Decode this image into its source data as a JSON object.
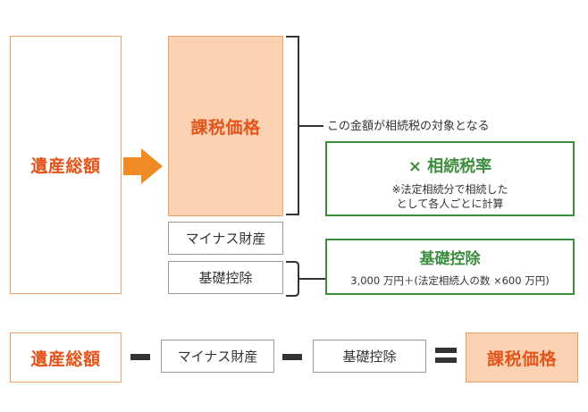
{
  "diagram": {
    "estate_total": "遺産総額",
    "taxable_value": "課税価格",
    "minus_assets": "マイナス財産",
    "basic_deduction": "基礎控除",
    "taxable_caption": "この金額が相続税の対象となる",
    "tax_rate_label": "× 相続税率",
    "tax_rate_note_line1": "※法定相続分で相続した",
    "tax_rate_note_line2": "として各人ごとに計算",
    "deduction_title": "基礎控除",
    "deduction_formula": "3,000 万円＋(法定相続人の数 ×600 万円)"
  },
  "formula": {
    "estate_total": "遺産総額",
    "minus_assets": "マイナス財産",
    "basic_deduction": "基礎控除",
    "taxable_value": "課税価格",
    "minus_symbol": "−",
    "equals_symbol": "="
  },
  "colors": {
    "orange_text": "#e4541b",
    "orange_border": "#e8a26a",
    "orange_fill": "#fbd3b3",
    "arrow": "#f08a24",
    "green": "#3d8d3e",
    "gray_border": "#9a9a9a"
  }
}
